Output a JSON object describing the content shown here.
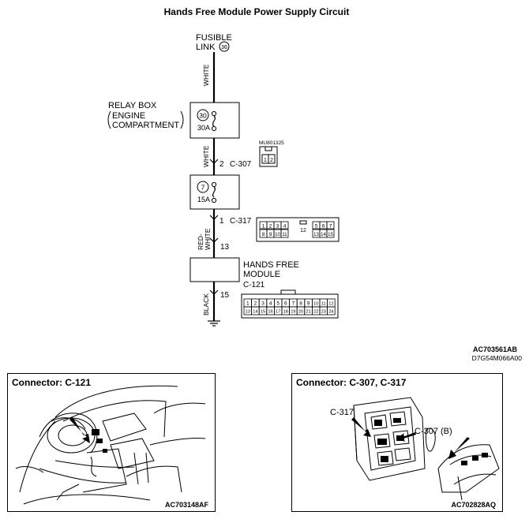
{
  "title": "Hands Free Module Power Supply Circuit",
  "fusible_link": {
    "label_line1": "FUSIBLE",
    "label_line2": "LINK",
    "number": "36"
  },
  "wires": {
    "white_top": "WHITE",
    "white_mid": "WHITE",
    "red_white_line1": "RED-",
    "red_white_line2": "WHITE",
    "black": "BLACK"
  },
  "relay_box": {
    "line1": "RELAY BOX",
    "line2": "ENGINE",
    "line3": "COMPARTMENT",
    "fuse_number": "30",
    "fuse_rating": "30A"
  },
  "fuse7": {
    "fuse_number": "7",
    "fuse_rating": "15A"
  },
  "pins": {
    "c307_pin": "2",
    "c307_name": "C-307",
    "c317_pin": "1",
    "c317_name": "C-317",
    "module_pin_in": "13",
    "module_pin_gnd": "15"
  },
  "connector_mu": {
    "code": "MU801325",
    "pins": [
      "1",
      "2"
    ]
  },
  "connector_c317": {
    "row1": [
      "1",
      "2",
      "3",
      "4",
      "12",
      "5",
      "6",
      "7"
    ],
    "row2": [
      "8",
      "9",
      "10",
      "11",
      "13",
      "14",
      "15"
    ]
  },
  "module": {
    "line1": "HANDS FREE",
    "line2": "MODULE",
    "connector": "C-121"
  },
  "connector_c121": {
    "row1": [
      "1",
      "2",
      "3",
      "4",
      "5",
      "6",
      "7",
      "8",
      "9",
      "10",
      "11",
      "12"
    ],
    "row2": [
      "13",
      "14",
      "15",
      "16",
      "17",
      "18",
      "19",
      "20",
      "21",
      "22",
      "23",
      "24"
    ]
  },
  "figure_codes": {
    "code1": "AC703561AB",
    "code2": "D7G54M066A00"
  },
  "panel_left": {
    "title": "Connector: C-121",
    "code": "AC703148AF"
  },
  "panel_right": {
    "title": "Connector: C-307, C-317",
    "label_a": "C-317",
    "label_b": "C-307 (B)",
    "code": "AC702828AQ"
  }
}
